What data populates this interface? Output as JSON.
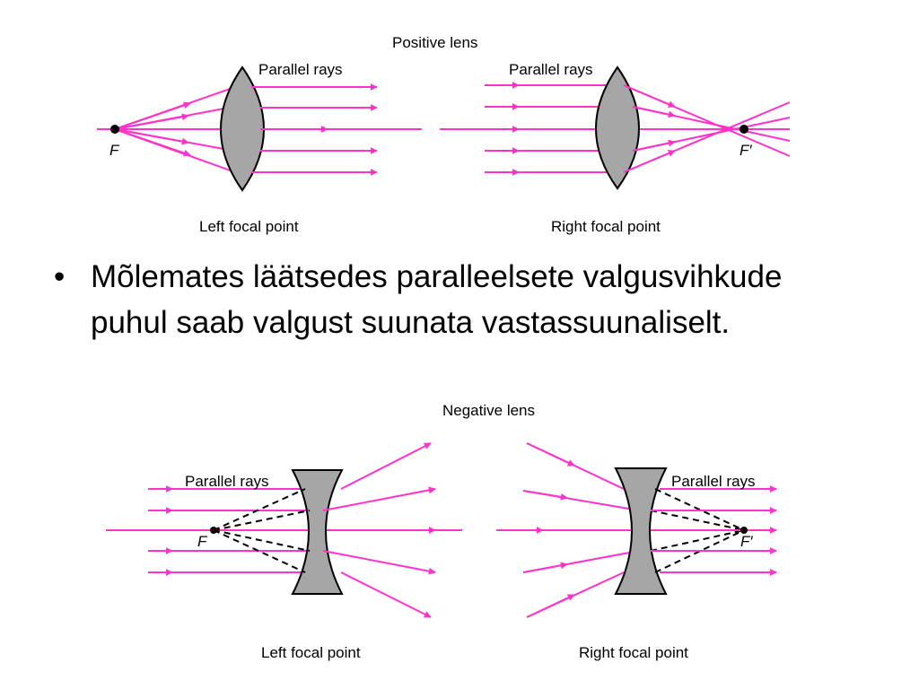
{
  "positive": {
    "title": "Positive lens",
    "left_parallel_label": "Parallel rays",
    "right_parallel_label": "Parallel rays",
    "left_focal_caption": "Left focal point",
    "right_focal_caption": "Right focal point",
    "left_focus_label": "F",
    "right_focus_label": "F′"
  },
  "negative": {
    "title": "Negative lens",
    "left_parallel_label": "Parallel rays",
    "right_parallel_label": "Parallel rays",
    "left_focal_caption": "Left focal point",
    "right_focal_caption": "Right focal point",
    "left_focus_label": "F",
    "right_focus_label": "F′"
  },
  "bullet": {
    "symbol": "•",
    "text": "Mõlemates läätsedes paralleelsete valgusvihkude puhul saab valgust suunata vastassuunaliselt."
  },
  "colors": {
    "ray": "#ff33cc",
    "lens_fill": "#a6a6a6",
    "lens_stroke": "#000000",
    "dashed_line": "#000000"
  }
}
